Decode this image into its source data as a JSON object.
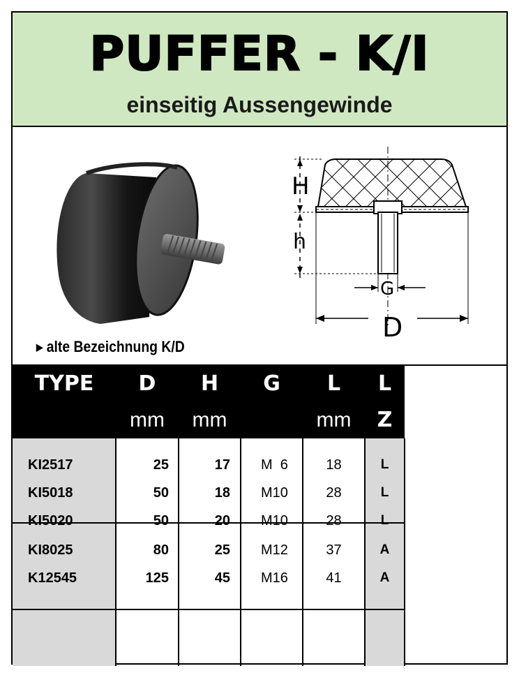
{
  "header": {
    "title": "PUFFER - K/I",
    "subtitle": "einseitig Aussengewinde"
  },
  "illustration": {
    "old_designation": "alte Bezeichnung  K/D",
    "dim_labels": {
      "height_upper": "H",
      "height_lower": "h",
      "thread": "G",
      "diameter": "D"
    }
  },
  "table": {
    "header_row1": [
      "TYPE",
      "D",
      "H",
      "G",
      "L",
      "L"
    ],
    "header_row2": [
      "",
      "mm",
      "mm",
      "",
      "mm",
      "Z"
    ],
    "rows": [
      [
        "KI2517",
        "25",
        "17",
        "M  6",
        "18",
        "L"
      ],
      [
        "KI5018",
        "50",
        "18",
        "M10",
        "28",
        "L"
      ],
      [
        "KI5020",
        "50",
        "20",
        "M10",
        "28",
        "L"
      ],
      [
        "KI8025",
        "80",
        "25",
        "M12",
        "37",
        "A"
      ],
      [
        "K12545",
        "125",
        "45",
        "M16",
        "41",
        "A"
      ]
    ]
  },
  "colors": {
    "header_bg": "#cfe8c2",
    "table_header_bg": "#000000",
    "gray_column": "#d9d9d9"
  }
}
